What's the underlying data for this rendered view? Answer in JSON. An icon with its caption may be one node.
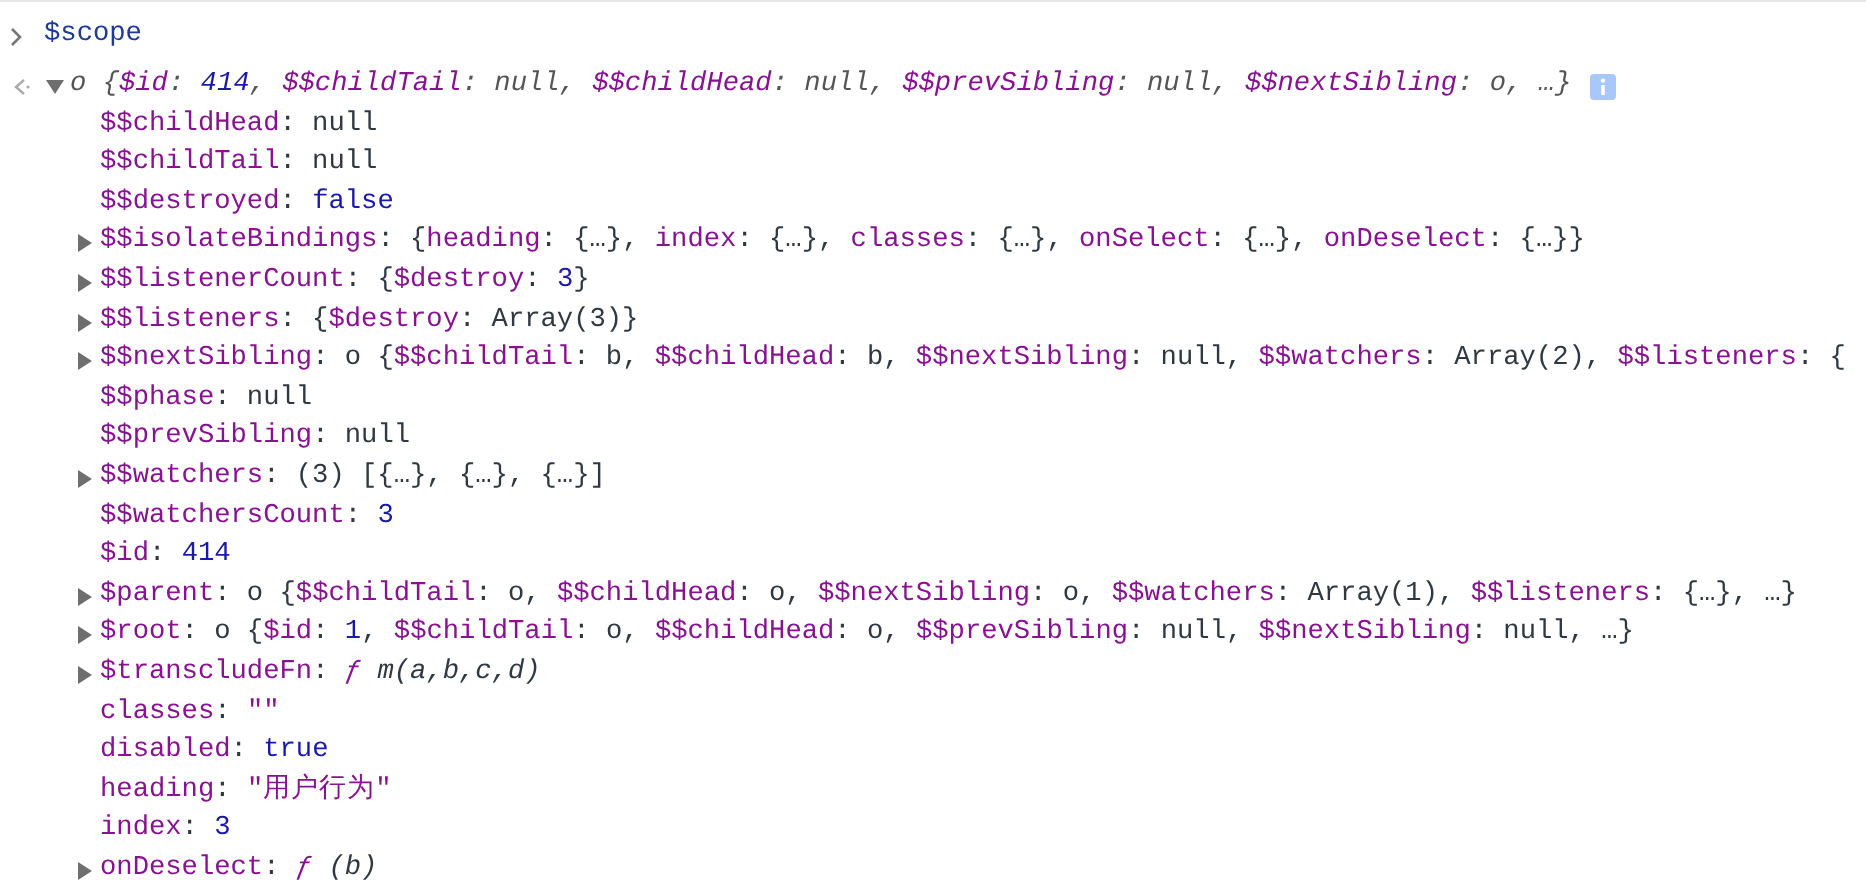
{
  "diagram": {
    "labels": [
      "$scope",
      "o {$id: 414, $$childTail: null, $$childHead: null, $$prevSibling: null, $$nextSibling: o, …}",
      "$$childHead: null",
      "$$childTail: null",
      "$$destroyed: false",
      "$$isolateBindings: {heading: {…}, index: {…}, classes: {…}, onSelect: {…}, onDeselect: {…}}",
      "$$listenerCount: {$destroy: 3}",
      "$$listeners: {$destroy: Array(3)}",
      "$$nextSibling: o {$$childTail: b, $$childHead: b, $$nextSibling: null, $$watchers: Array(2), $$listeners: {",
      "$$phase: null",
      "$$prevSibling: null",
      "$$watchers: (3) [{…}, {…}, {…}]",
      "$$watchersCount: 3",
      "$id: 414",
      "$parent: o {$$childTail: o, $$childHead: o, $$nextSibling: o, $$watchers: Array(1), $$listeners: {…}, …}",
      "$root: o {$id: 1, $$childTail: o, $$childHead: o, $$prevSibling: null, $$nextSibling: null, …}",
      "$transcludeFn: ƒ m(a,b,c,d)",
      "classes: \"\"",
      "disabled: true",
      "heading: \"用户行为\"",
      "index: 3",
      "onDeselect: ƒ (b)"
    ]
  }
}
